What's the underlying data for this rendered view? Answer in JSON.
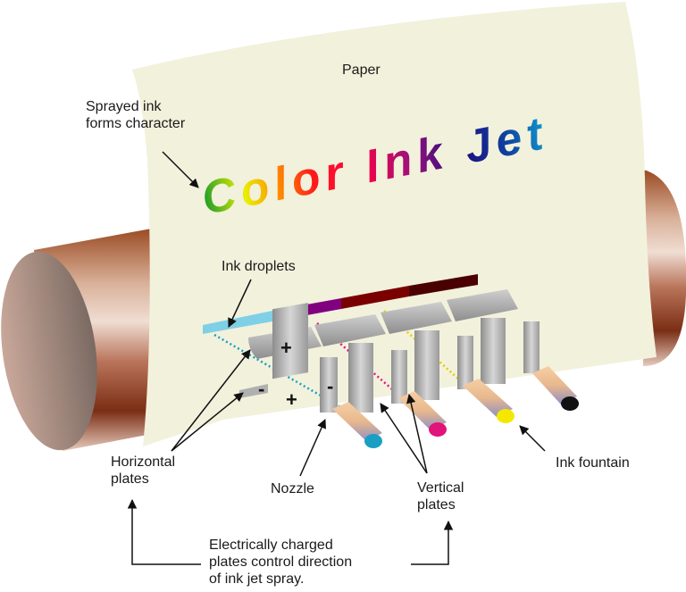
{
  "diagram": {
    "title_on_paper": "Color Ink Jet",
    "title_words": [
      "Color",
      "Ink",
      "Jet"
    ],
    "labels": {
      "paper": "Paper",
      "sprayed_ink_line1": "Sprayed ink",
      "sprayed_ink_line2": "forms character",
      "ink_droplets": "Ink droplets",
      "horizontal_plates_line1": "Horizontal",
      "horizontal_plates_line2": "plates",
      "nozzle": "Nozzle",
      "vertical_plates_line1": "Vertical",
      "vertical_plates_line2": "plates",
      "ink_fountain": "Ink fountain",
      "caption_line1": "Electrically charged",
      "caption_line2": "plates control direction",
      "caption_line3": "of ink jet spray."
    },
    "plate_charges": {
      "horizontal_top": "+",
      "horizontal_bottom": "-",
      "vertical_left": "+",
      "vertical_right": "-"
    },
    "ink_colors": {
      "cyan": "#1a9fc4",
      "magenta": "#e0147a",
      "yellow": "#f5e800",
      "black": "#111111"
    },
    "droplet_bar_colors": [
      "#7fd0e6",
      "#800080",
      "#7a0000",
      "#4a0000"
    ],
    "colors": {
      "paper": "#f2f1dc",
      "roller": "#8a3a1a",
      "plates": "#a8a8a8"
    }
  }
}
